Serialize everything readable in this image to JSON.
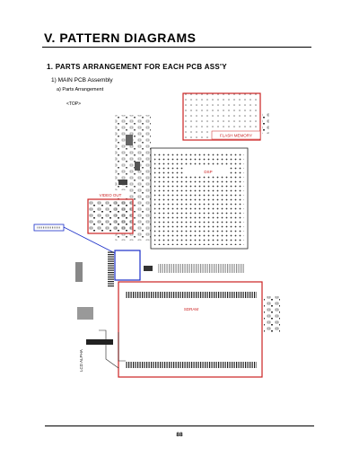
{
  "document": {
    "title": "V. PATTERN DIAGRAMS",
    "section": "1. PARTS ARRANGEMENT FOR EACH PCB ASS'Y",
    "subsection": "1) MAIN PCB Assembly",
    "subsubsection": "a) Parts Arrangement",
    "view": "<TOP>",
    "page_number": "88"
  },
  "diagram": {
    "blocks": [
      {
        "label": "FLASH MEMORY"
      },
      {
        "label": "DSP"
      },
      {
        "label": "VIDEO OUT"
      },
      {
        "label": "SDRAM"
      }
    ],
    "side_text": "LCD ALPHA"
  },
  "colors": {
    "highlight": "#cc2222",
    "callout": "#1a2ec8",
    "trace": "#222222"
  }
}
